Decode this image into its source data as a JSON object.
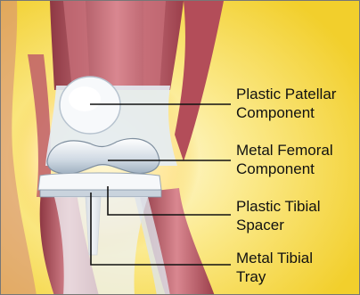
{
  "labels": [
    {
      "line1": "Plastic Patellar",
      "line2": "Component"
    },
    {
      "line1": "Metal Femoral",
      "line2": "Component"
    },
    {
      "line1": "Plastic Tibial",
      "line2": "Spacer"
    },
    {
      "line1": "Metal Tibial",
      "line2": "Tray"
    }
  ],
  "colors": {
    "background_yellow": "#f5d83a",
    "background_light": "#fff7c8",
    "muscle": "#b8545e",
    "muscle_light": "#e6a3a8",
    "skin_tone": "#e8a28a",
    "metal": "#dfe7ef",
    "plastic": "#f4f6f8",
    "leader_line": "#111111"
  }
}
